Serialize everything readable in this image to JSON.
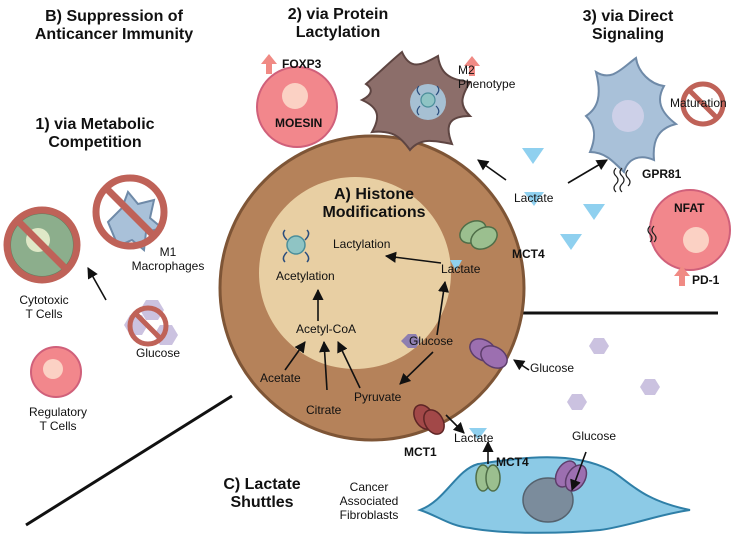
{
  "headings": {
    "suppression": "B) Suppression of\nAnticancer Immunity",
    "metabolic": "1) via Metabolic\nCompetition",
    "protein_lactylation": "2) via Protein\nLactylation",
    "direct_signaling": "3) via Direct\nSignaling",
    "histone": "A) Histone\nModifications",
    "shuttles": "C) Lactate\nShuttles"
  },
  "labels": {
    "foxp3": "FOXP3",
    "moesin": "MOESIN",
    "m2": "M2\nPhenotype",
    "maturation": "Maturation",
    "gpr81": "GPR81",
    "nfat": "NFAT",
    "pd1": "PD-1",
    "lactate_out": "Lactate",
    "mct4_top": "MCT4",
    "m1": "M1\nMacrophages",
    "cytotoxic": "Cytotoxic\nT Cells",
    "glucose_left": "Glucose",
    "regulatory": "Regulatory\nT Cells",
    "lactylation": "Lactylation",
    "acetylation": "Acetylation",
    "lactate_in": "Lactate",
    "acetyl_coa": "Acetyl-CoA",
    "glucose_in": "Glucose",
    "acetate": "Acetate",
    "pyruvate": "Pyruvate",
    "citrate": "Citrate",
    "glucose_right": "Glucose",
    "mct1": "MCT1",
    "lactate_caf": "Lactate",
    "mct4_caf": "MCT4",
    "glucose_caf": "Glucose",
    "caf": "Cancer\nAssociated\nFibroblasts"
  },
  "colors": {
    "cell_outer": "#b5825a",
    "nucleus": "#e8cfa3",
    "tcell_green": "#8cae8c",
    "treg_pink": "#f2878c",
    "macrophage_blue": "#a9c1d9",
    "m2_brown": "#8c6e6a",
    "prohibit_red": "#bf6258",
    "lactate_blue": "#8fd0ef",
    "glucose_purple": "#b3a6cc",
    "mct_green": "#9bbf8f",
    "mct1_red": "#a24848",
    "glut_purple": "#9c6fb0",
    "caf_blue": "#8ccae6",
    "up_arrow": "#f08a84"
  }
}
